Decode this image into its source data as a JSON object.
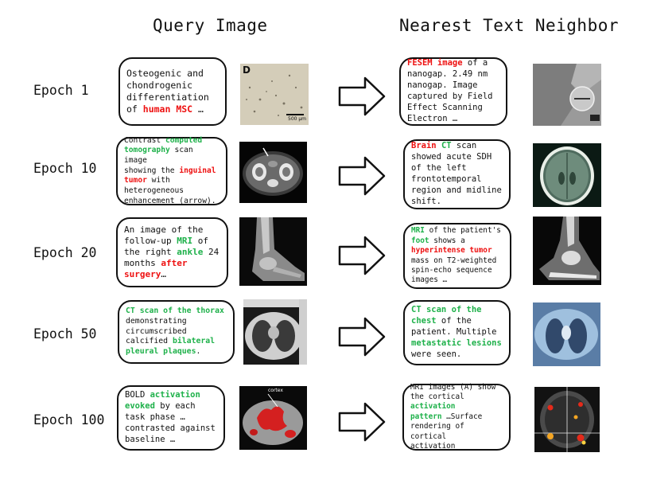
{
  "headers": {
    "query": "Query Image",
    "neighbor": "Nearest Text Neighbor"
  },
  "rows": [
    {
      "epoch": "Epoch 1",
      "query": [
        {
          "t": "Osteogenic and\nchondrogenic\ndifferentiation\nof ",
          "c": ""
        },
        {
          "t": "human MSC",
          "c": "red"
        },
        {
          "t": " …",
          "c": ""
        }
      ],
      "query_image_label": "D",
      "query_image_scale": "500 µm",
      "neighbor": [
        {
          "t": "FESEM image",
          "c": "red"
        },
        {
          "t": " of a\nnanogap. 2.49 nm\nnanogap. Image\ncaptured by Field\nEffect Scanning\nElectron …",
          "c": ""
        }
      ]
    },
    {
      "epoch": "Epoch 10",
      "query": [
        {
          "t": "Contrast ",
          "c": ""
        },
        {
          "t": "computed\ntomography",
          "c": "green"
        },
        {
          "t": " scan image\nshowing the ",
          "c": ""
        },
        {
          "t": "inguinal\ntumor",
          "c": "red"
        },
        {
          "t": " with\nheterogeneous\nenhancement (arrow).",
          "c": ""
        }
      ],
      "neighbor": [
        {
          "t": "Brain",
          "c": "red"
        },
        {
          "t": " ",
          "c": ""
        },
        {
          "t": "CT",
          "c": "green"
        },
        {
          "t": " scan\nshowed acute SDH\nof the left\nfrontotemporal\nregion and midline\nshift.",
          "c": ""
        }
      ]
    },
    {
      "epoch": "Epoch 20",
      "query": [
        {
          "t": "An image of the\nfollow-up ",
          "c": ""
        },
        {
          "t": "MRI",
          "c": "green"
        },
        {
          "t": " of\nthe right ",
          "c": ""
        },
        {
          "t": "ankle",
          "c": "green"
        },
        {
          "t": " 24\nmonths ",
          "c": ""
        },
        {
          "t": "after\nsurgery",
          "c": "red"
        },
        {
          "t": "…",
          "c": ""
        }
      ],
      "neighbor": [
        {
          "t": "MRI",
          "c": "green"
        },
        {
          "t": " of the patient's\n",
          "c": ""
        },
        {
          "t": "foot",
          "c": "green"
        },
        {
          "t": " shows a\n",
          "c": ""
        },
        {
          "t": "hyperintense tumor",
          "c": "red"
        },
        {
          "t": "\nmass on T2-weighted\nspin-echo sequence\nimages …",
          "c": ""
        }
      ]
    },
    {
      "epoch": "Epoch 50",
      "query": [
        {
          "t": "CT scan of the thorax",
          "c": "green"
        },
        {
          "t": "\ndemonstrating\ncircumscribed\ncalcified ",
          "c": ""
        },
        {
          "t": "bilateral\npleural plaques",
          "c": "green"
        },
        {
          "t": ".",
          "c": ""
        }
      ],
      "neighbor": [
        {
          "t": "CT scan of the\nchest",
          "c": "green"
        },
        {
          "t": " of the\npatient. Multiple\n",
          "c": ""
        },
        {
          "t": "metastatic lesions",
          "c": "green"
        },
        {
          "t": "\nwere seen.",
          "c": ""
        }
      ]
    },
    {
      "epoch": "Epoch 100",
      "query": [
        {
          "t": "BOLD ",
          "c": ""
        },
        {
          "t": "activation\nevoked",
          "c": "green"
        },
        {
          "t": " by each\ntask phase …\ncontrasted against\nbaseline …",
          "c": ""
        }
      ],
      "query_image_label": "cortex",
      "neighbor": [
        {
          "t": "MRI images (A) show\nthe cortical\n",
          "c": ""
        },
        {
          "t": "activation\npattern",
          "c": "green"
        },
        {
          "t": " …Surface\nrendering of cortical\nactivation",
          "c": ""
        }
      ]
    }
  ]
}
